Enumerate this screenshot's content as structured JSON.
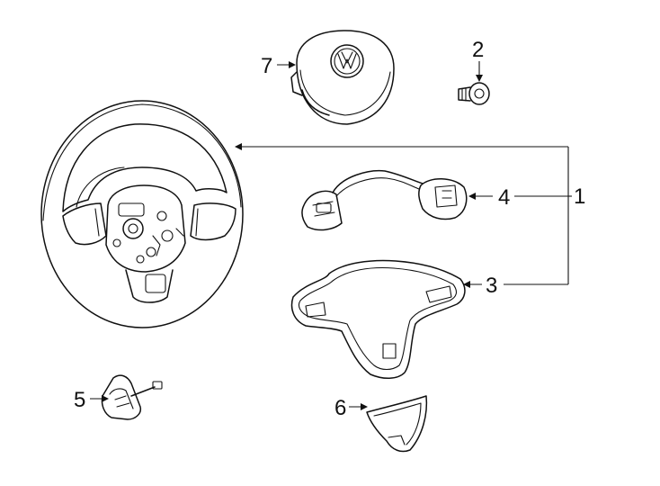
{
  "diagram": {
    "callouts": [
      {
        "id": "1",
        "label": "1"
      },
      {
        "id": "2",
        "label": "2"
      },
      {
        "id": "3",
        "label": "3"
      },
      {
        "id": "4",
        "label": "4"
      },
      {
        "id": "5",
        "label": "5"
      },
      {
        "id": "6",
        "label": "6"
      },
      {
        "id": "7",
        "label": "7"
      }
    ],
    "parts": [
      {
        "callout": "1",
        "icon": "steering-wheel-icon"
      },
      {
        "callout": "2",
        "icon": "bolt-icon"
      },
      {
        "callout": "3",
        "icon": "trim-bezel-icon"
      },
      {
        "callout": "4",
        "icon": "switch-assembly-icon"
      },
      {
        "callout": "5",
        "icon": "clock-spring-icon"
      },
      {
        "callout": "6",
        "icon": "lower-cover-icon"
      },
      {
        "callout": "7",
        "icon": "airbag-module-icon"
      }
    ],
    "logo_icon": "vw-logo-icon",
    "colors": {
      "line": "#111111",
      "background": "#ffffff"
    }
  }
}
